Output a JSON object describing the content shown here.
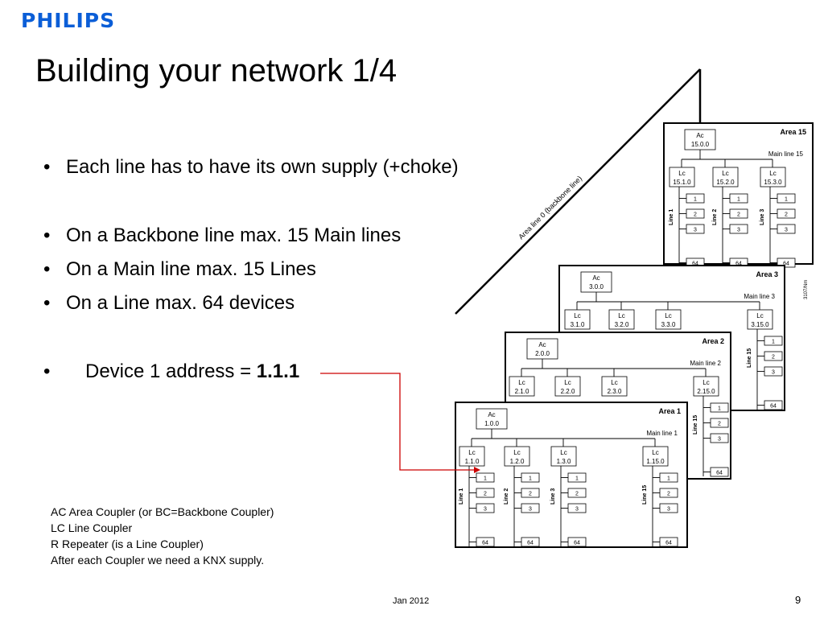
{
  "logo": "PHILIPS",
  "title": "Building your network 1/4",
  "bullets": [
    "Each line has to have its own supply (+choke)",
    "On a Backbone line max. 15 Main lines",
    "On a Main line max. 15 Lines",
    "On a Line max. 64 devices"
  ],
  "device_address": {
    "prefix": "Device 1 address = ",
    "value": "1.1.1"
  },
  "notes": [
    "AC Area Coupler (or BC=Backbone Coupler)",
    "LC Line Coupler",
    "R Repeater (is a Line Coupler)",
    "After each Coupler we need a KNX supply."
  ],
  "footer": {
    "date": "Jan 2012",
    "page": "9"
  },
  "diagram": {
    "backbone_label": "Area line 0 (backbone line)",
    "side_code": "3107/Nm",
    "ac_label": "Ac",
    "lc_label": "Lc",
    "devices": [
      "1",
      "2",
      "3",
      "64"
    ],
    "areas": [
      {
        "title": "Area 15",
        "ac_addr": "15.0.0",
        "main_line": "Main line 15",
        "lcs": [
          "15.1.0",
          "15.2.0",
          "15.3.0"
        ],
        "lines": [
          "Line 1",
          "Line 2",
          "Line 3"
        ]
      },
      {
        "title": "Area 3",
        "ac_addr": "3.0.0",
        "main_line": "Main line 3",
        "lcs": [
          "3.1.0",
          "3.2.0",
          "3.3.0",
          "3.15.0"
        ],
        "line_last": "Line 15"
      },
      {
        "title": "Area 2",
        "ac_addr": "2.0.0",
        "main_line": "Main line 2",
        "lcs": [
          "2.1.0",
          "2.2.0",
          "2.3.0",
          "2.15.0"
        ],
        "line_last": "Line 15"
      },
      {
        "title": "Area 1",
        "ac_addr": "1.0.0",
        "main_line": "Main line 1",
        "lcs": [
          "1.1.0",
          "1.2.0",
          "1.3.0",
          "1.15.0"
        ],
        "lines": [
          "Line 1",
          "Line 2",
          "Line 3",
          "Line 15"
        ]
      }
    ]
  },
  "colors": {
    "logo": "#0b5ed7",
    "arrow": "#cc0000"
  }
}
